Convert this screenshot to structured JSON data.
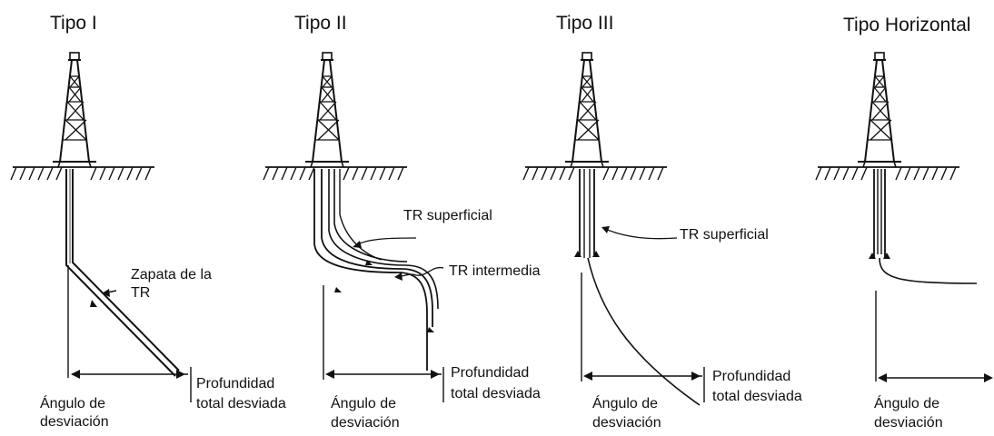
{
  "titles": {
    "tipo1": "Tipo I",
    "tipo2": "Tipo II",
    "tipo3": "Tipo III",
    "horizontal": "Tipo Horizontal"
  },
  "labels": {
    "zapata_line1": "Zapata de la",
    "zapata_line2": "TR",
    "tr_superficial": "TR superficial",
    "tr_intermedia": "TR intermedia",
    "profundidad_line1": "Profundidad",
    "profundidad_line2": "total desviada",
    "angulo_line1": "Ángulo de",
    "angulo_line2": "desviación"
  }
}
